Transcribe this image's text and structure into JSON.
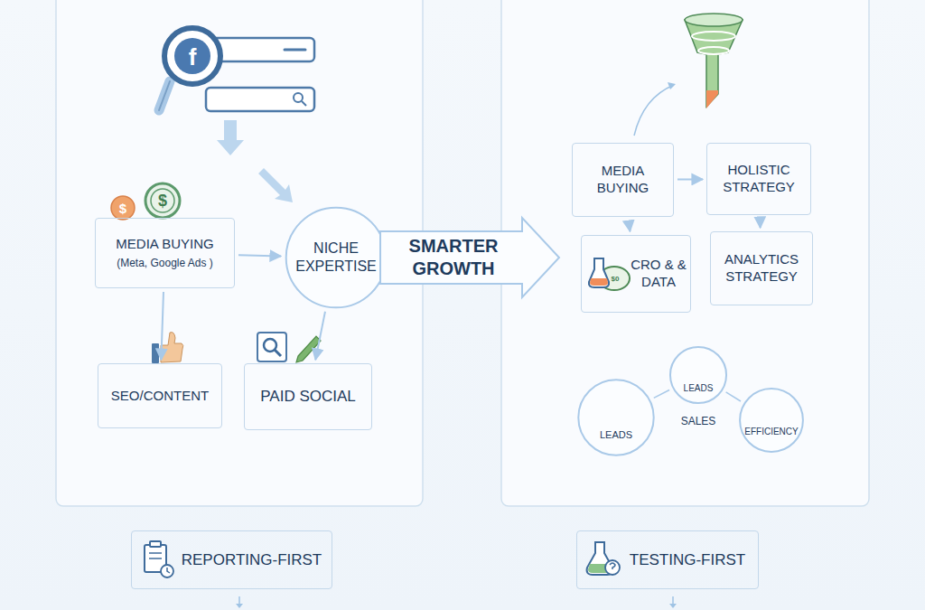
{
  "diagram": {
    "nodes": [
      {
        "text": [
          "MEDIA BUYING",
          "(Meta, Google Ads )"
        ]
      },
      {
        "text": [
          "NICHE EXPERTISE"
        ]
      },
      {
        "text": [
          "SMARTER GROWTH"
        ]
      },
      {
        "text": [
          "SEO/CONTENT"
        ]
      },
      {
        "text": [
          "PAID SOCIAL"
        ]
      },
      {
        "text": [
          "MEDIA BUYING"
        ]
      },
      {
        "text": [
          "HOLISTIC STRATEGY"
        ]
      },
      {
        "text": [
          "CRO & & DATA"
        ]
      },
      {
        "text": [
          "ANALYTICS STRATEGY"
        ]
      },
      {
        "text": [
          "LEADS"
        ]
      },
      {
        "text": [
          "LEADS"
        ]
      },
      {
        "text": [
          "EFFICIENCY"
        ]
      },
      {
        "text": [
          "REPORTING-FIRST"
        ]
      },
      {
        "text": [
          "TESTING-FIRST"
        ]
      }
    ],
    "edges": [
      {
        "from": 0,
        "to": 1,
        "arrow": "to"
      },
      {
        "from": 0,
        "to": 3,
        "arrow": "to"
      },
      {
        "from": 1,
        "to": 4,
        "arrow": "to"
      },
      {
        "from": 5,
        "to": 6,
        "arrow": "to"
      },
      {
        "from": 5,
        "to": 7,
        "arrow": "to"
      },
      {
        "from": 6,
        "to": 8,
        "arrow": "to"
      },
      {
        "from": 9,
        "to": 10,
        "arrow": "none"
      },
      {
        "from": 10,
        "to": 11,
        "arrow": "none"
      }
    ],
    "labels": [
      "f",
      "$",
      "$",
      "$0",
      "SALES"
    ]
  }
}
